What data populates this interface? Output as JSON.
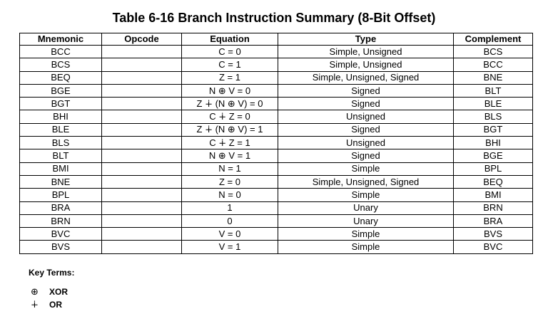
{
  "title": "Table 6-16 Branch Instruction Summary (8-Bit Offset)",
  "table": {
    "headers": [
      "Mnemonic",
      "Opcode",
      "Equation",
      "Type",
      "Complement"
    ],
    "rows": [
      [
        "BCC",
        "",
        "C = 0",
        "Simple, Unsigned",
        "BCS"
      ],
      [
        "BCS",
        "",
        "C = 1",
        "Simple, Unsigned",
        "BCC"
      ],
      [
        "BEQ",
        "",
        "Z = 1",
        "Simple, Unsigned, Signed",
        "BNE"
      ],
      [
        "BGE",
        "",
        "N ⊕ V = 0",
        "Signed",
        "BLT"
      ],
      [
        "BGT",
        "",
        "Z ∔ (N ⊕ V) = 0",
        "Signed",
        "BLE"
      ],
      [
        "BHI",
        "",
        "C ∔ Z = 0",
        "Unsigned",
        "BLS"
      ],
      [
        "BLE",
        "",
        "Z ∔ (N ⊕ V) = 1",
        "Signed",
        "BGT"
      ],
      [
        "BLS",
        "",
        "C ∔ Z = 1",
        "Unsigned",
        "BHI"
      ],
      [
        "BLT",
        "",
        "N ⊕ V = 1",
        "Signed",
        "BGE"
      ],
      [
        "BMI",
        "",
        "N = 1",
        "Simple",
        "BPL"
      ],
      [
        "BNE",
        "",
        "Z = 0",
        "Simple, Unsigned, Signed",
        "BEQ"
      ],
      [
        "BPL",
        "",
        "N = 0",
        "Simple",
        "BMI"
      ],
      [
        "BRA",
        "",
        "1",
        "Unary",
        "BRN"
      ],
      [
        "BRN",
        "",
        "0",
        "Unary",
        "BRA"
      ],
      [
        "BVC",
        "",
        "V = 0",
        "Simple",
        "BVS"
      ],
      [
        "BVS",
        "",
        "V = 1",
        "Simple",
        "BVC"
      ]
    ]
  },
  "key": {
    "title": "Key Terms:",
    "items": [
      {
        "symbol": "⊕",
        "label": "XOR"
      },
      {
        "symbol": "∔",
        "label": "OR"
      }
    ]
  }
}
